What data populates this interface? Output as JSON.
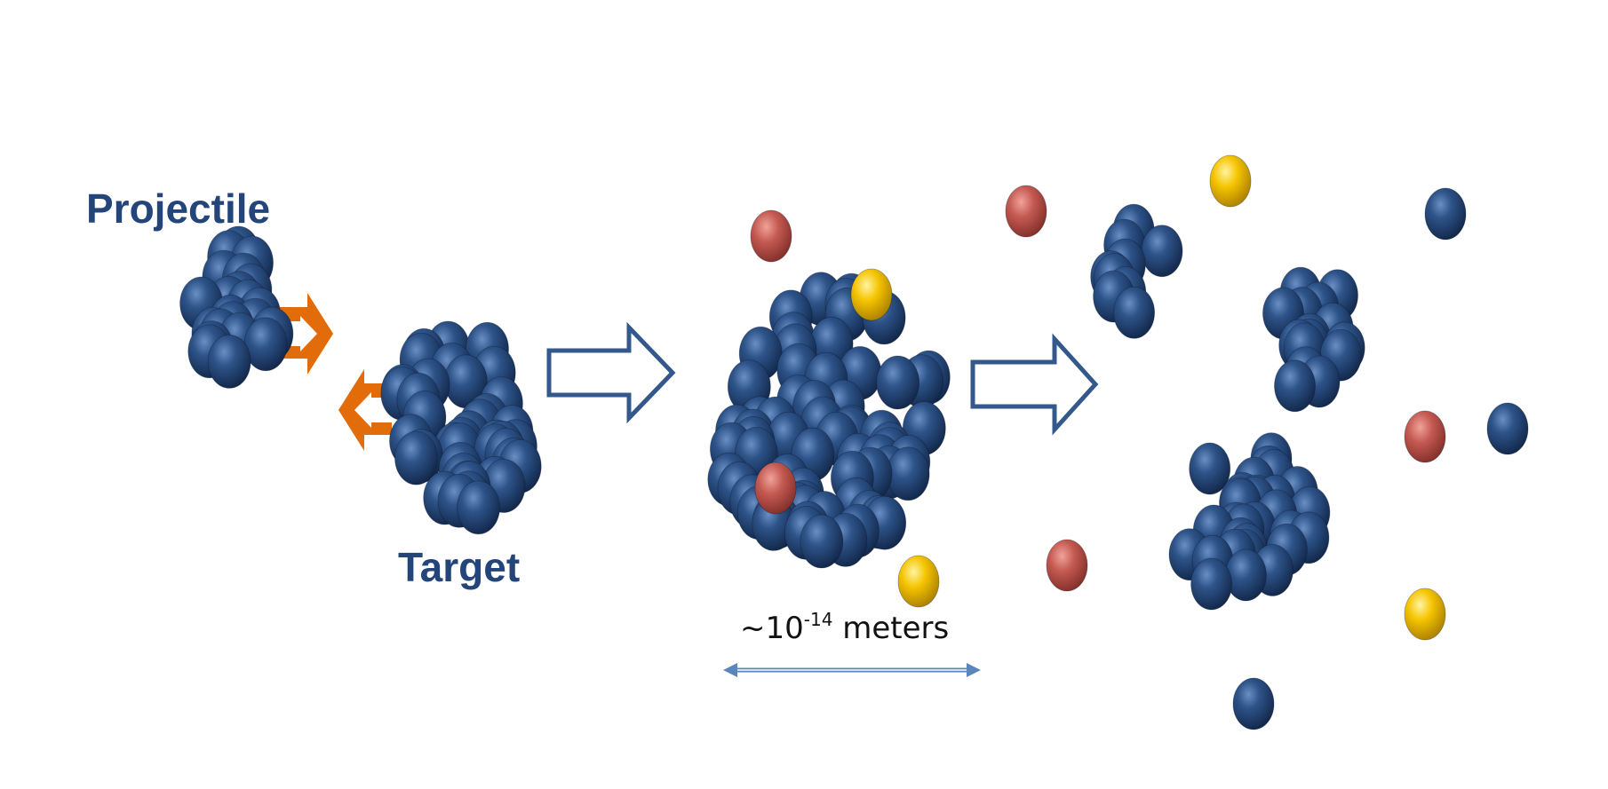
{
  "labels": {
    "projectile": "Projectile",
    "target": "Target",
    "scale_prefix": "~10",
    "scale_exponent": "-14",
    "scale_unit": "meters"
  },
  "colors": {
    "nucleon_blue": "#23436e",
    "particle_red": "#c0504d",
    "particle_gold": "#f2c200",
    "small_arrow": "#e36c0a",
    "big_arrow": "#34588c",
    "scale_arrow": "#5b86bd",
    "label_text": "#23457a"
  },
  "icons": {
    "projectile": "nucleus-cluster",
    "target": "nucleus-cluster",
    "fireball": "hot-nucleus-cluster",
    "fragments": "nucleus-cluster",
    "stage_arrows": "hollow-right-arrow",
    "scale": "double-headed-arrow"
  }
}
